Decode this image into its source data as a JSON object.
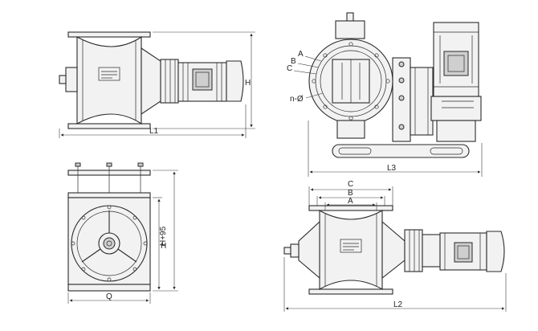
{
  "labels": {
    "top_left_L1": "L1",
    "top_left_H": "H",
    "top_right_A": "A",
    "top_right_B": "B",
    "top_right_C": "C",
    "top_right_nphi": "n-Ø",
    "top_right_L3": "L3",
    "bottom_left_H": "H",
    "bottom_left_H95": "H+95",
    "bottom_left_Q": "Q",
    "bottom_right_C": "C",
    "bottom_right_B": "B",
    "bottom_right_A": "A",
    "bottom_right_L2": "L2"
  }
}
